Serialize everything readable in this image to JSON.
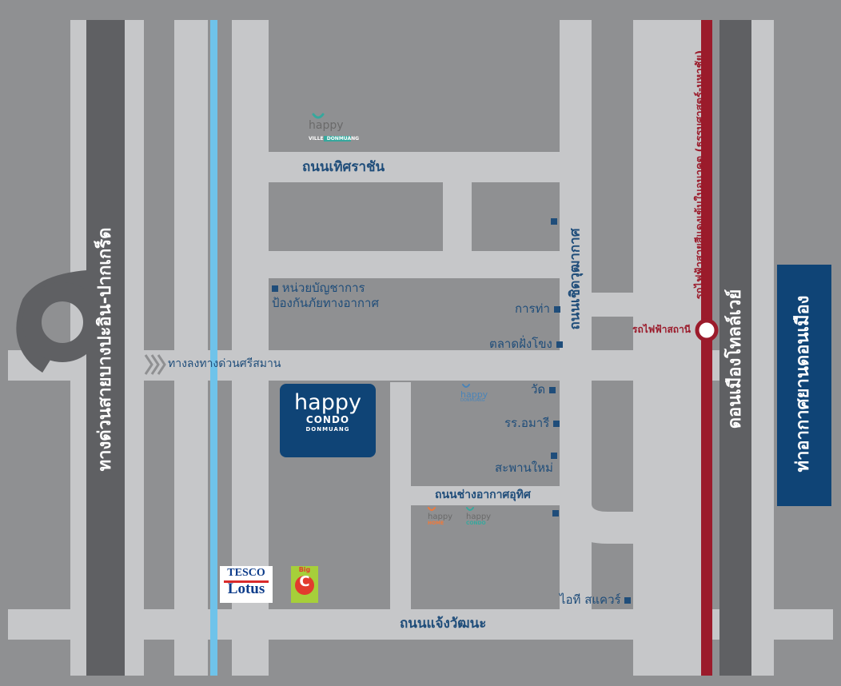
{
  "roads": {
    "expressway_left": "ทางด่วนสายบางปะอิน-ปากเกร็ด",
    "thet_ratchan": "ถนนเทิศราชัน",
    "choet_wutthakat": "ถนนเชิดวุฒากาศ",
    "chang_akat_uthit": "ถนนช่างอากาศอุทิศ",
    "chaeng_watthana": "ถนนแจ้งวัฒนะ",
    "don_mueang_tollway": "ดอนเมืองโทลล์เวย์",
    "expressway_exit": "ทางลงทางด่วนศรีสมาน"
  },
  "transit": {
    "red_line": "รถไฟฟ้าสายสีแดงเข้มในอนาคต (ธรรมศาสตร์-มหาชัย)",
    "station": "รถไฟฟ้าสถานี"
  },
  "airport": "ท่าอากาศยานดอนเมือง",
  "landmarks": {
    "weather_unit_line1": "หน่วยบัญชาการ",
    "weather_unit_line2": "ป้องกันภัยทางอากาศ",
    "port": "การท่า",
    "market": "ตลาดฝั่งโขง",
    "temple": "วัด",
    "school": "รร.อมารี",
    "bridge": "สะพานใหม่",
    "it_square": "ไอที สแควร์"
  },
  "brands": {
    "happy": "happy",
    "condo": "CONDO",
    "donmuang": "DONMUANG",
    "ville": "VILLE",
    "home": "HOME",
    "tesco": "TESCO",
    "lotus": "Lotus",
    "bigc_big": "Big",
    "bigc_c": "C"
  },
  "colors": {
    "background": "#8f9092",
    "road": "#c6c7c9",
    "expressway": "#5f6063",
    "canal": "#6fc3ea",
    "red_line": "#9b1b2b",
    "brand_blue": "#0f4476",
    "teal": "#36a89d",
    "orange": "#f0793a"
  }
}
